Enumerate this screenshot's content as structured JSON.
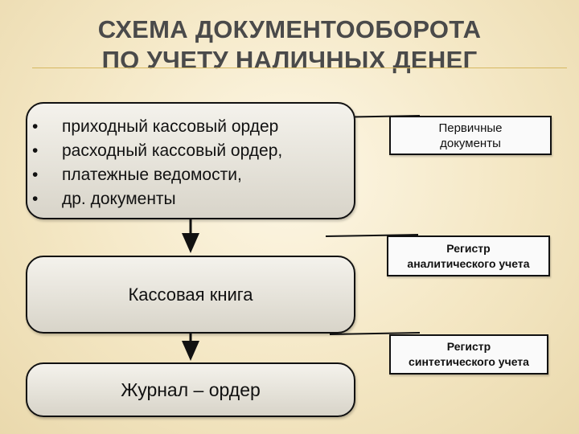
{
  "title": {
    "line1": "СХЕМА ДОКУМЕНТООБОРОТА",
    "line2": "ПО УЧЕТУ НАЛИЧНЫХ ДЕНЕГ"
  },
  "documents_box": {
    "items": [
      "приходный кассовый ордер",
      "расходный кассовый ордер,",
      "платежные ведомости,",
      "др. документы"
    ]
  },
  "cash_book": {
    "label": "Кассовая книга"
  },
  "journal_order": {
    "label": "Журнал – ордер"
  },
  "labels": {
    "primary": {
      "line1": "Первичные",
      "line2": "документы"
    },
    "analytic": {
      "line1": "Регистр",
      "line2": "аналитического учета"
    },
    "synthetic": {
      "line1": "Регистр",
      "line2": "синтетического учета"
    }
  }
}
